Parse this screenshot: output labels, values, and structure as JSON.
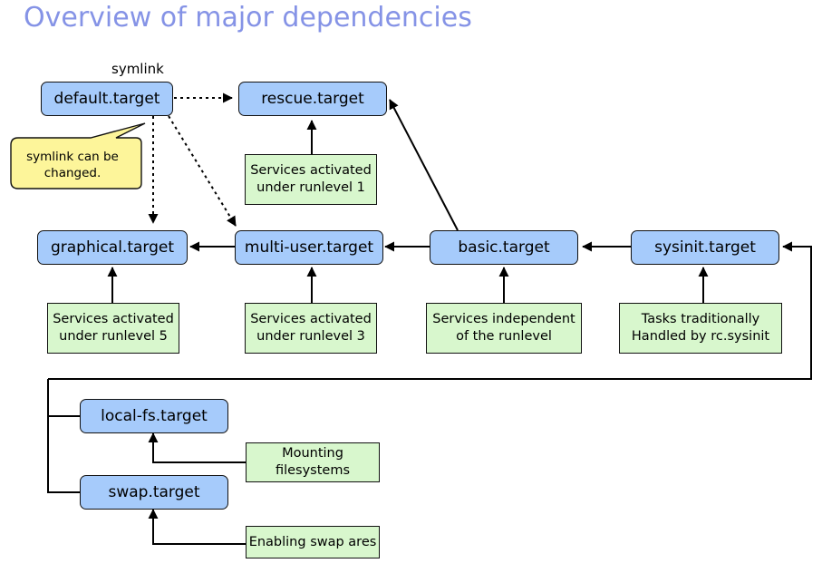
{
  "title": "Overview of major dependencies",
  "symlink_label": "symlink",
  "callout": {
    "line1": "symlink can be",
    "line2": "changed."
  },
  "targets": {
    "default": "default.target",
    "rescue": "rescue.target",
    "graphical": "graphical.target",
    "multi_user": "multi-user.target",
    "basic": "basic.target",
    "sysinit": "sysinit.target",
    "local_fs": "local-fs.target",
    "swap": "swap.target"
  },
  "notes": {
    "rescue": [
      "Services activated",
      "under runlevel 1"
    ],
    "graphical": [
      "Services activated",
      "under runlevel 5"
    ],
    "multi_user": [
      "Services activated",
      "under runlevel 3"
    ],
    "basic": [
      "Services independent",
      "of the runlevel"
    ],
    "sysinit": [
      "Tasks traditionally",
      "Handled by rc.sysinit"
    ],
    "local_fs": [
      "Mounting",
      "filesystems"
    ],
    "swap": [
      "Enabling swap ares"
    ]
  },
  "colors": {
    "title": "#8593e6",
    "target_fill": "#a6cbfb",
    "note_fill": "#d8f7cd",
    "callout_fill": "#fdf59a"
  }
}
